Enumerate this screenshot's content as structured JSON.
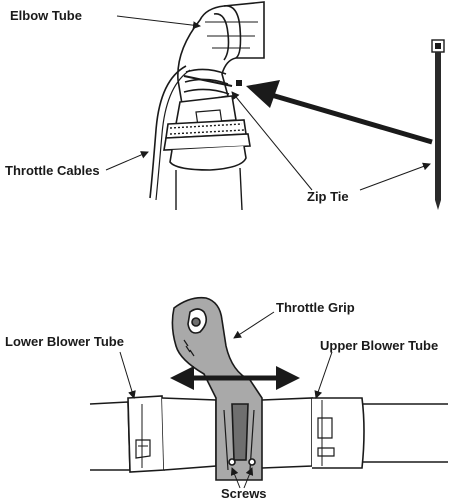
{
  "labels": {
    "elbow_tube": "Elbow Tube",
    "throttle_cables": "Throttle Cables",
    "zip_tie": "Zip Tie",
    "throttle_grip": "Throttle Grip",
    "lower_blower_tube": "Lower Blower Tube",
    "upper_blower_tube": "Upper Blower Tube",
    "screws": "Screws"
  },
  "colors": {
    "ink": "#1a1a1a",
    "grip_fill": "#a9a9a9",
    "grip_dark": "#6f6f6f",
    "paper": "#ffffff"
  }
}
